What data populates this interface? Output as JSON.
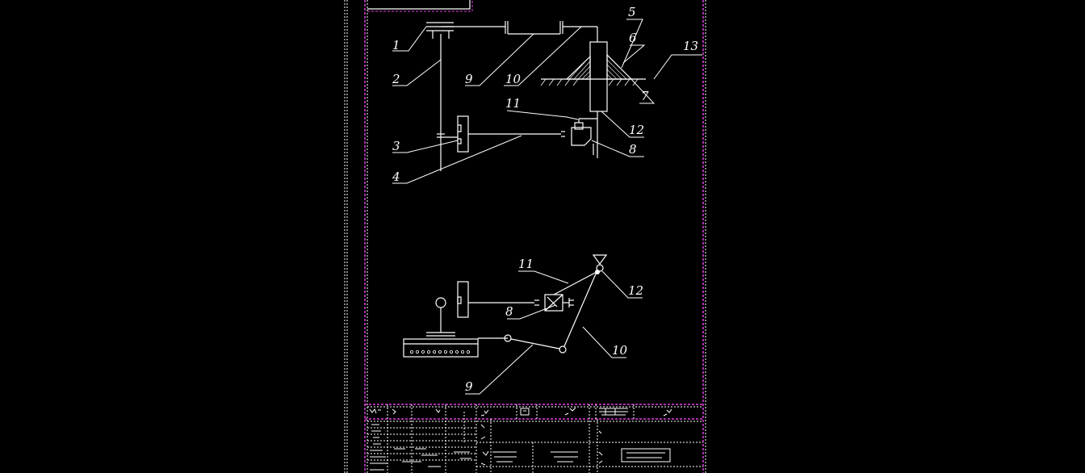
{
  "colors": {
    "background": "#000000",
    "line": "#ffffff",
    "frame": "#e040e0"
  },
  "upper_labels": [
    "1",
    "2",
    "3",
    "4",
    "5",
    "6",
    "7",
    "8",
    "9",
    "10",
    "11",
    "12",
    "13"
  ],
  "lower_labels": [
    "8",
    "9",
    "10",
    "11",
    "12"
  ]
}
